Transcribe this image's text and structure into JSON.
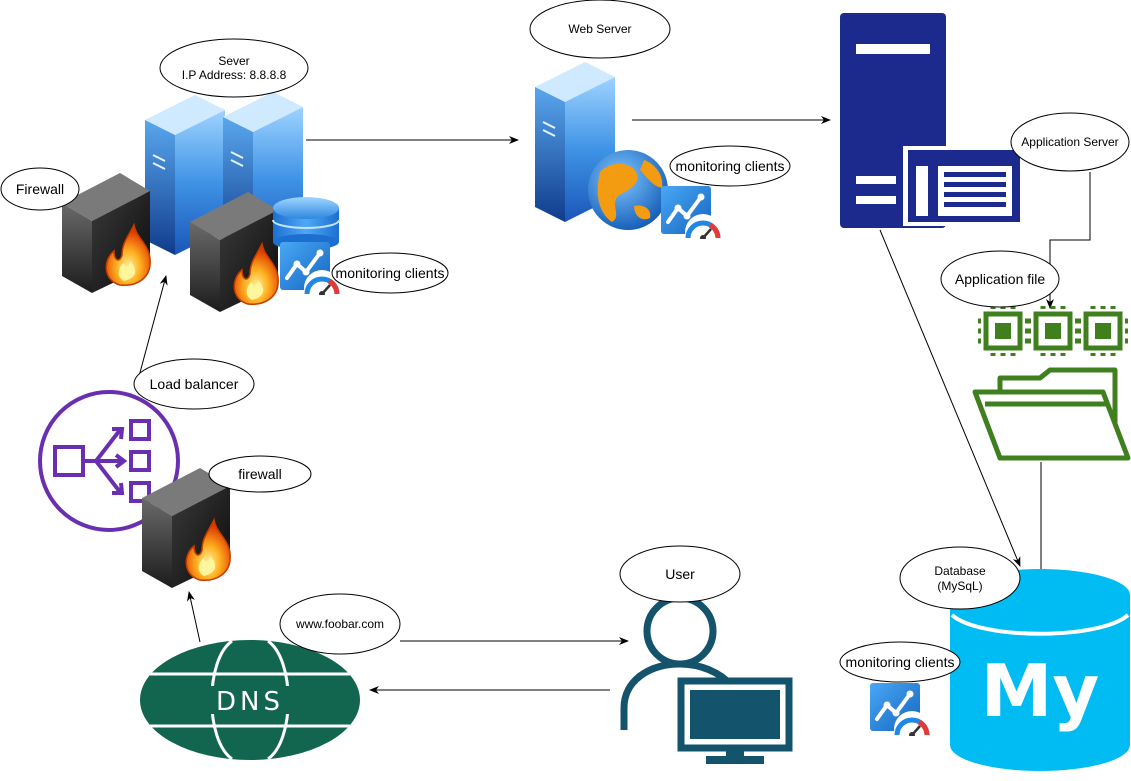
{
  "diagram": {
    "labels": {
      "server": [
        "Sever",
        "I.P Address: 8.8.8.8"
      ],
      "web_server": "Web Server",
      "application_server": "Application Server",
      "firewall_top": "Firewall",
      "monitoring_server": "monitoring clients",
      "monitoring_web": "monitoring clients",
      "application_file": "Application file",
      "load_balancer": "Load balancer",
      "firewall_bottom": "firewall",
      "database": [
        "Database",
        "(MySqL)"
      ],
      "monitoring_db": "monitoring clients",
      "user": "User",
      "domain": "www.foobar.com",
      "dns_text": "DNS",
      "mysql_text": "My"
    },
    "icons": {
      "firewall": "firewall-icon",
      "server": "server-tower-icon",
      "web_server": "web-server-icon",
      "application_server": "application-server-icon",
      "database": "database-cylinder-icon",
      "monitoring": "monitoring-gauge-icon",
      "load_balancer": "load-balancer-icon",
      "dns": "dns-globe-icon",
      "user": "user-workstation-icon",
      "app_file": "folder-chips-icon",
      "mysql": "mysql-icon"
    },
    "colors": {
      "app_server_navy": "#1b2a8c",
      "load_balancer_purple": "#6a2fb0",
      "dns_green": "#12664f",
      "user_teal": "#14536c",
      "app_file_green": "#3f7f1e",
      "mysql_cyan": "#00bcf2",
      "monitoring_blue": "#1e88e5",
      "fire_orange": "#f57c00"
    }
  }
}
